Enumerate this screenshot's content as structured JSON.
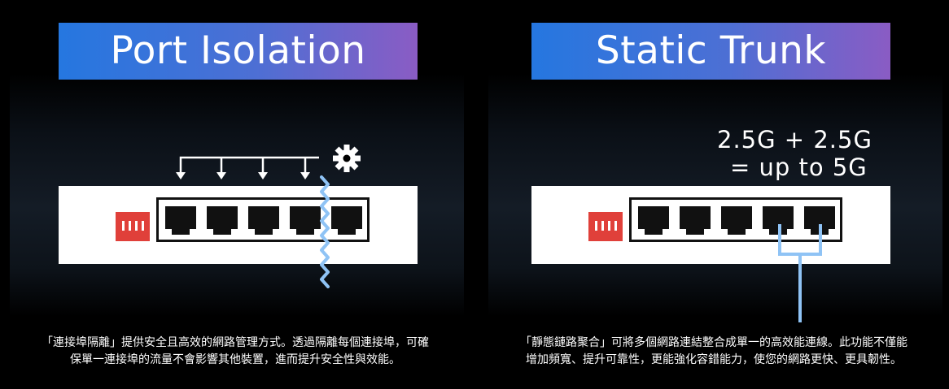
{
  "left_panel": {
    "title": "Port Isolation",
    "caption_line1": "「連接埠隔離」提供安全且高效的網路管理方式。透過隔離每個連接埠，可確",
    "caption_line2": "保單一連接埠的流量不會影響其他裝置，進而提升安全性與效能。",
    "icons": [
      "gear-icon",
      "down-arrow-icon",
      "zigzag-divider-icon"
    ]
  },
  "right_panel": {
    "title": "Static Trunk",
    "speed_line1": "2.5G + 2.5G",
    "speed_line2": "= up to 5G",
    "caption_line1": "「靜態鏈路聚合」可將多個網路連結整合成單一的高效能連線。此功能不僅能",
    "caption_line2": "增加頻寬、提升可靠性，更能強化容錯能力，使您的網路更快、更具韌性。",
    "icons": [
      "trunk-link-icon"
    ]
  },
  "colors": {
    "banner_start": "#2577e0",
    "banner_end": "#8a5cc4",
    "dip_switch": "#e0403a",
    "link_blue": "#8fc3f5"
  }
}
